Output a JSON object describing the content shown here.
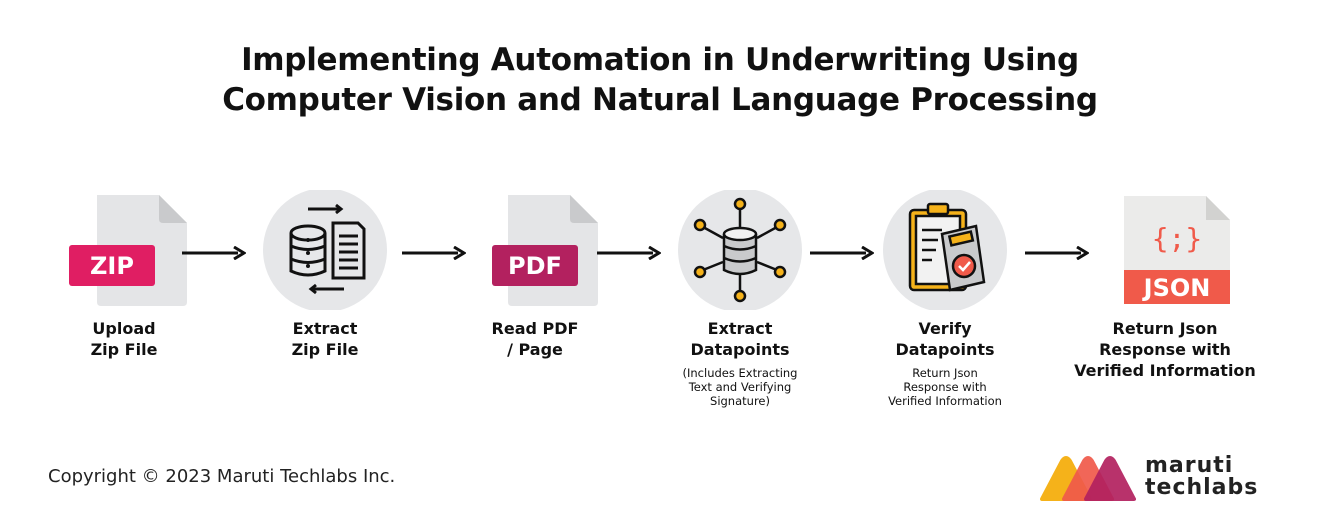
{
  "title_line1": "Implementing Automation in Underwriting Using",
  "title_line2": "Computer Vision and Natural Language Processing",
  "steps": [
    {
      "icon": "zip-file-icon",
      "badge": "ZIP",
      "label_line1": "Upload",
      "label_line2": "Zip File",
      "sub": []
    },
    {
      "icon": "database-document-exchange-icon",
      "label_line1": "Extract",
      "label_line2": "Zip File",
      "sub": []
    },
    {
      "icon": "pdf-file-icon",
      "badge": "PDF",
      "label_line1": "Read PDF",
      "label_line2": "/ Page",
      "sub": []
    },
    {
      "icon": "database-network-icon",
      "label_line1": "Extract",
      "label_line2": "Datapoints",
      "sub": [
        "(Includes Extracting",
        "Text and Verifying",
        "Signature)"
      ]
    },
    {
      "icon": "clipboard-check-icon",
      "label_line1": "Verify",
      "label_line2": "Datapoints",
      "sub": [
        "Return Json",
        "Response with",
        "Verified Information"
      ]
    },
    {
      "icon": "json-file-icon",
      "badge": "JSON",
      "glyph": "{;}",
      "label_line1": "Return Json",
      "label_line2": "Response with",
      "label_line3": "Verified Information",
      "sub": []
    }
  ],
  "colors": {
    "zip": "#e01e63",
    "pdf": "#b3215f",
    "json": "#f05a4a",
    "circle": "#e6e7e9",
    "doc": "#e4e5e7",
    "node": "#f5b21a"
  },
  "footer": {
    "copyright": "Copyright © 2023 Maruti Techlabs Inc.",
    "logo_line1": "maruti",
    "logo_line2": "techlabs"
  }
}
